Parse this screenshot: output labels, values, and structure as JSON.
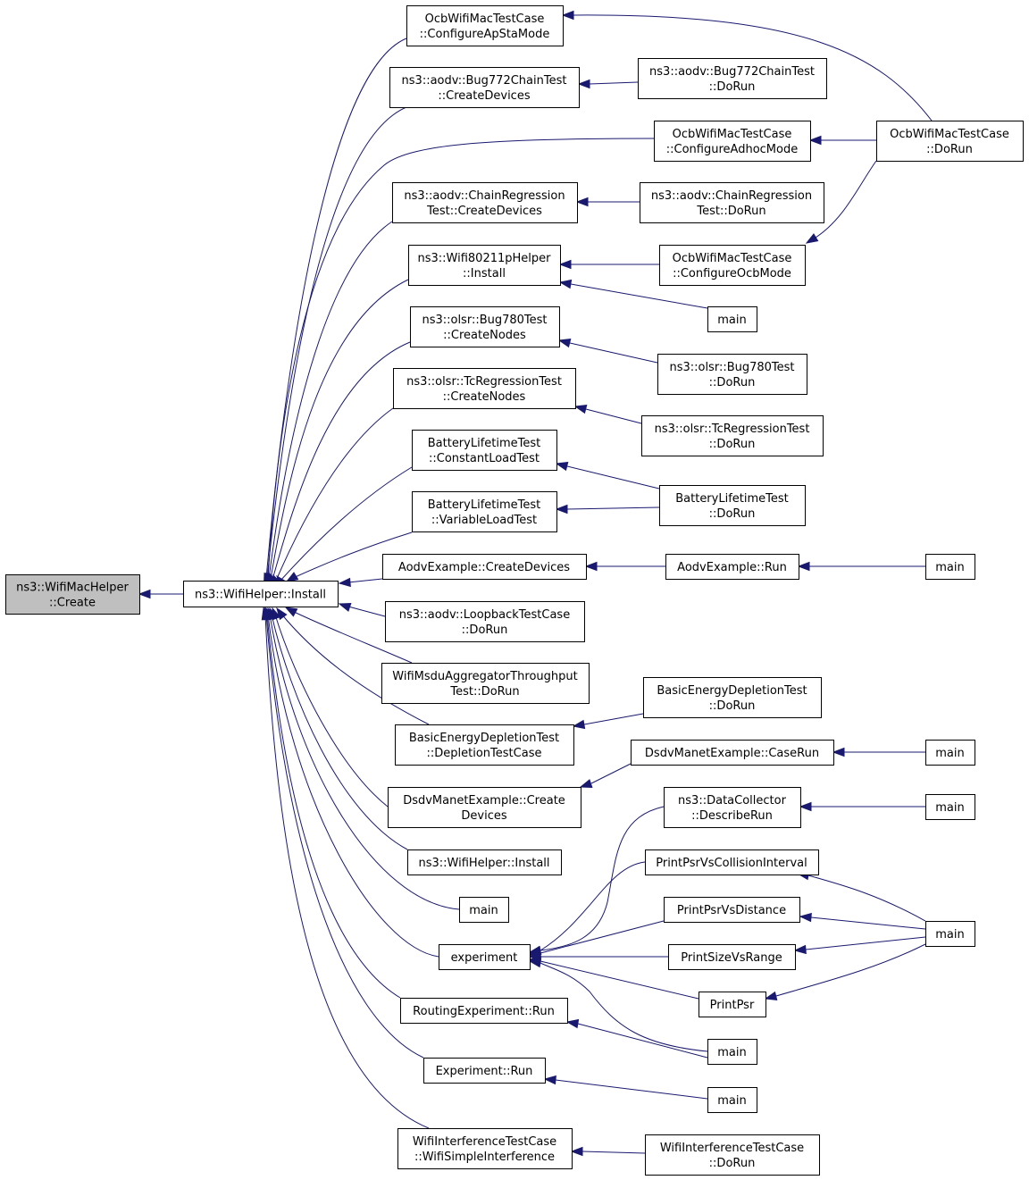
{
  "nodes": {
    "root": [
      "ns3::WifiMacHelper",
      "::Create"
    ],
    "wifiInstall": [
      "ns3::WifiHelper::Install"
    ],
    "cfgApSta": [
      "OcbWifiMacTestCase",
      "::ConfigureApStaMode"
    ],
    "bug772Create": [
      "ns3::aodv::Bug772ChainTest",
      "::CreateDevices"
    ],
    "bug772Run": [
      "ns3::aodv::Bug772ChainTest",
      "::DoRun"
    ],
    "cfgAdhoc": [
      "OcbWifiMacTestCase",
      "::ConfigureAdhocMode"
    ],
    "ocbRun": [
      "OcbWifiMacTestCase",
      "::DoRun"
    ],
    "chainCreate": [
      "ns3::aodv::ChainRegression",
      "Test::CreateDevices"
    ],
    "chainRun": [
      "ns3::aodv::ChainRegression",
      "Test::DoRun"
    ],
    "w80211pInstall": [
      "ns3::Wifi80211pHelper",
      "::Install"
    ],
    "cfgOcb": [
      "OcbWifiMacTestCase",
      "::ConfigureOcbMode"
    ],
    "main80211p": [
      "main"
    ],
    "bug780Create": [
      "ns3::olsr::Bug780Test",
      "::CreateNodes"
    ],
    "bug780Run": [
      "ns3::olsr::Bug780Test",
      "::DoRun"
    ],
    "tcCreate": [
      "ns3::olsr::TcRegressionTest",
      "::CreateNodes"
    ],
    "tcRun": [
      "ns3::olsr::TcRegressionTest",
      "::DoRun"
    ],
    "battConst": [
      "BatteryLifetimeTest",
      "::ConstantLoadTest"
    ],
    "battVar": [
      "BatteryLifetimeTest",
      "::VariableLoadTest"
    ],
    "battRun": [
      "BatteryLifetimeTest",
      "::DoRun"
    ],
    "aodvCreate": [
      "AodvExample::CreateDevices"
    ],
    "aodvRun": [
      "AodvExample::Run"
    ],
    "aodvMain": [
      "main"
    ],
    "loopback": [
      "ns3::aodv::LoopbackTestCase",
      "::DoRun"
    ],
    "msdu": [
      "WifiMsduAggregatorThroughput",
      "Test::DoRun"
    ],
    "depletionCase": [
      "BasicEnergyDepletionTest",
      "::DepletionTestCase"
    ],
    "depletionRun": [
      "BasicEnergyDepletionTest",
      "::DoRun"
    ],
    "dsdvCreate": [
      "DsdvManetExample::Create",
      "Devices"
    ],
    "dsdvCaseRun": [
      "DsdvManetExample::CaseRun"
    ],
    "dsdvMain": [
      "main"
    ],
    "dataCollector": [
      "ns3::DataCollector",
      "::DescribeRun"
    ],
    "dataMain": [
      "main"
    ],
    "wifiInstall2": [
      "ns3::WifiHelper::Install"
    ],
    "mainA": [
      "main"
    ],
    "psrColl": [
      "PrintPsrVsCollisionInterval"
    ],
    "psrDist": [
      "PrintPsrVsDistance"
    ],
    "experiment": [
      "experiment"
    ],
    "sizeRange": [
      "PrintSizeVsRange"
    ],
    "mainPsr": [
      "main"
    ],
    "printPsr": [
      "PrintPsr"
    ],
    "routingRun": [
      "RoutingExperiment::Run"
    ],
    "mainRouting": [
      "main"
    ],
    "expRun": [
      "Experiment::Run"
    ],
    "mainExp": [
      "main"
    ],
    "interfSimple": [
      "WifiInterferenceTestCase",
      "::WifiSimpleInterference"
    ],
    "interfRun": [
      "WifiInterferenceTestCase",
      "::DoRun"
    ]
  },
  "colors": {
    "edge": "#191970",
    "root_fill": "#bfbfbf",
    "node_border": "#000000"
  }
}
